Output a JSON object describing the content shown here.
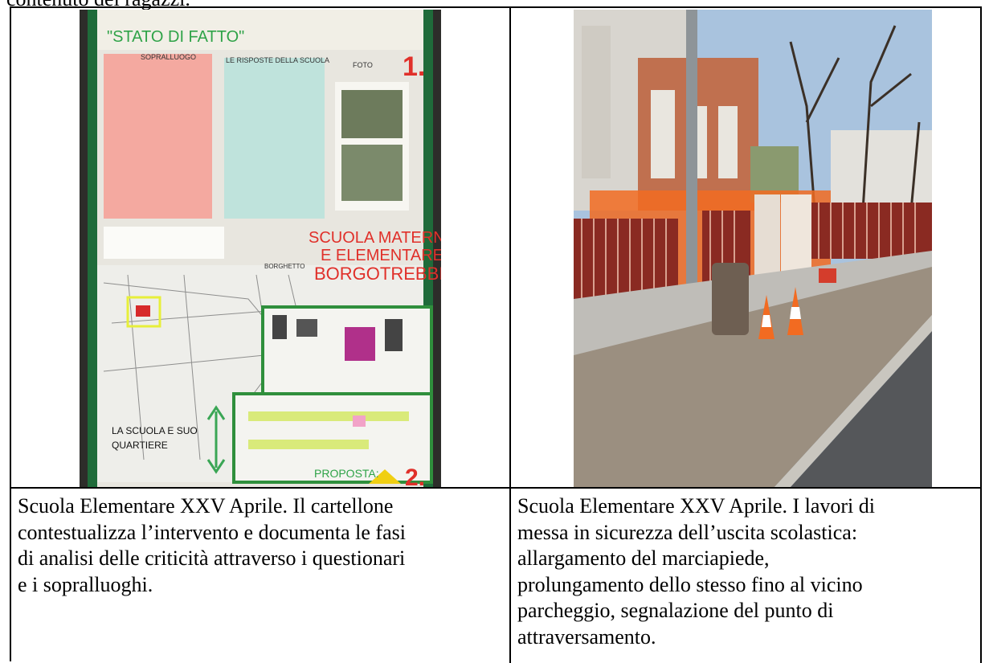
{
  "top_text": "contenuto dei ragazzi.",
  "left_photo": {
    "poster_title": "\"STATO DI FATTO\"",
    "col_sopralluogo": "SOPRALLUOGO",
    "col_risposte": "LE RISPOSTE DELLA SCUOLA",
    "col_foto": "FOTO",
    "number_1": "1.",
    "school_line1": "SCUOLA MATERNA",
    "school_line2": "E ELEMENTARE",
    "school_line3": "BORGOTREBBIA",
    "map_label": "BORGHETTO",
    "neighborhood_line1": "LA SCUOLA E SUO",
    "neighborhood_line2": "QUARTIERE",
    "proposal": "PROPOSTA:",
    "number_2": "2."
  },
  "captions": {
    "left": "Scuola Elementare XXV Aprile.  Il cartellone\ncontestualizza l’intervento e documenta le fasi\ndi analisi delle criticità attraverso i questionari\ne i sopralluoghi.",
    "right": "Scuola Elementare XXV Aprile.  I lavori di\nmessa in sicurezza dell’uscita scolastica:\nallargamento del marciapiede,\nprolungamento dello stesso fino al vicino\nparcheggio, segnalazione del punto di\nattraversamento."
  },
  "colors": {
    "poster_frame": "#1f6b3a",
    "poster_pink": "#f4a9a0",
    "poster_teal": "#bfe3dc",
    "accent_red": "#e0302a",
    "fence_red": "#8a2a22",
    "safety_orange": "#f26b21"
  }
}
